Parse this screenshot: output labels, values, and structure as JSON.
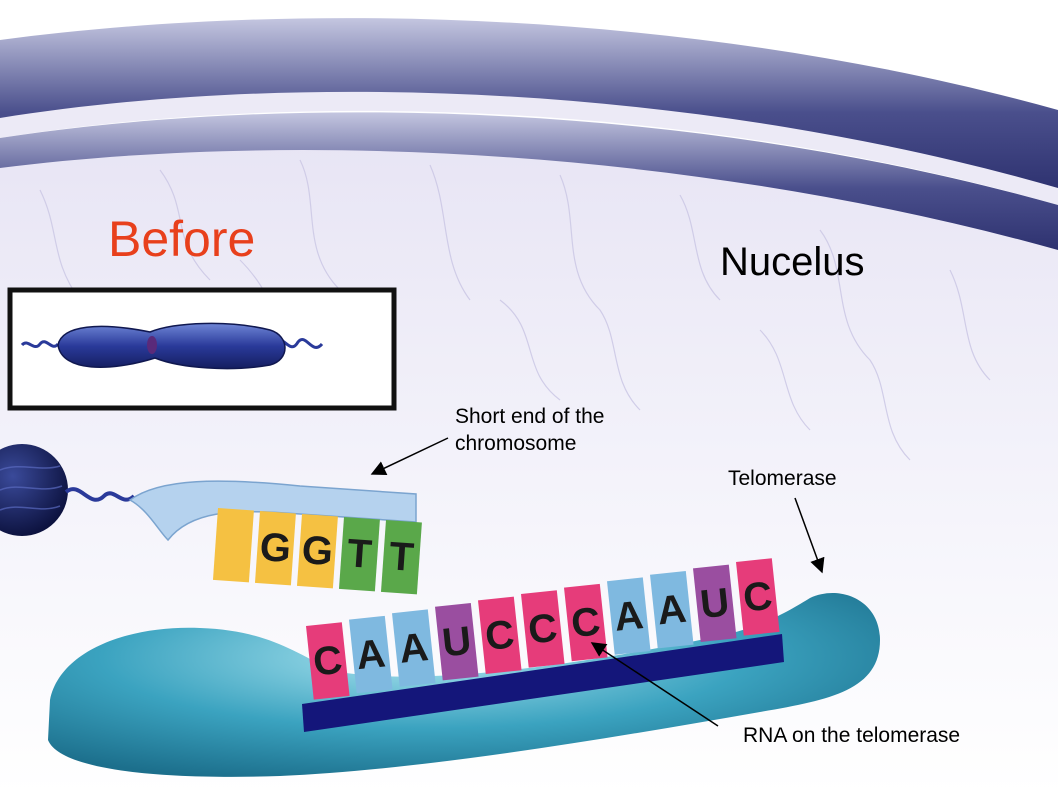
{
  "labels": {
    "before": "Before",
    "nucleus": "Nucelus",
    "short_end_line1": "Short end of the",
    "short_end_line2": "chromosome",
    "telomerase": "Telomerase",
    "rna": "RNA on the telomerase"
  },
  "dna_strand": {
    "bases": [
      "",
      "G",
      "G",
      "T",
      "T"
    ],
    "base_colors": [
      "#f5c142",
      "#f5c142",
      "#f5c142",
      "#5aa84a",
      "#5aa84a"
    ]
  },
  "rna_template": {
    "bases": [
      "C",
      "A",
      "A",
      "U",
      "C",
      "C",
      "C",
      "A",
      "A",
      "U",
      "C"
    ],
    "base_colors": [
      "#e63c7a",
      "#7fb9e0",
      "#7fb9e0",
      "#9a4ea0",
      "#e63c7a",
      "#e63c7a",
      "#e63c7a",
      "#7fb9e0",
      "#7fb9e0",
      "#9a4ea0",
      "#e63c7a"
    ]
  },
  "colors": {
    "before_text": "#e8401c",
    "nuclear_membrane": "#4a4f8c",
    "telomerase_body": "#3ba3c0",
    "rna_bar": "#14167a",
    "dna_backbone": "#b5d2ee",
    "chromosome": "#2a3a9a"
  }
}
